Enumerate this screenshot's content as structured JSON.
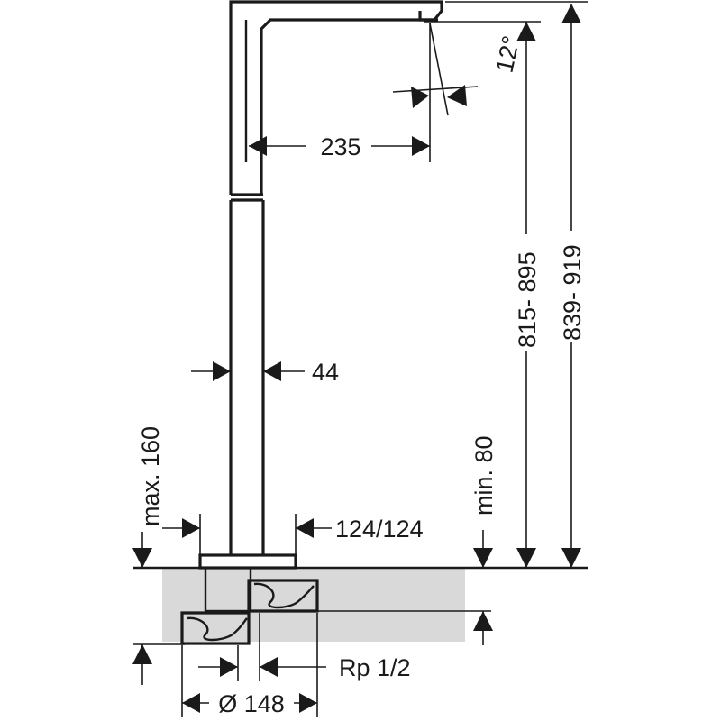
{
  "dimensions": {
    "spout_angle": "12°",
    "spout_reach": "235",
    "height_range_a": "815- 895",
    "height_range_b": "839- 919",
    "column_diameter": "44",
    "max_recess": "max. 160",
    "min_depth": "min. 80",
    "tiles": "124/124",
    "connection": "Rp 1/2",
    "base_diameter": "Ø 148"
  },
  "colors": {
    "line": "#1a1a1a",
    "floor_fill": "#d9d9d9",
    "background": "#ffffff"
  }
}
